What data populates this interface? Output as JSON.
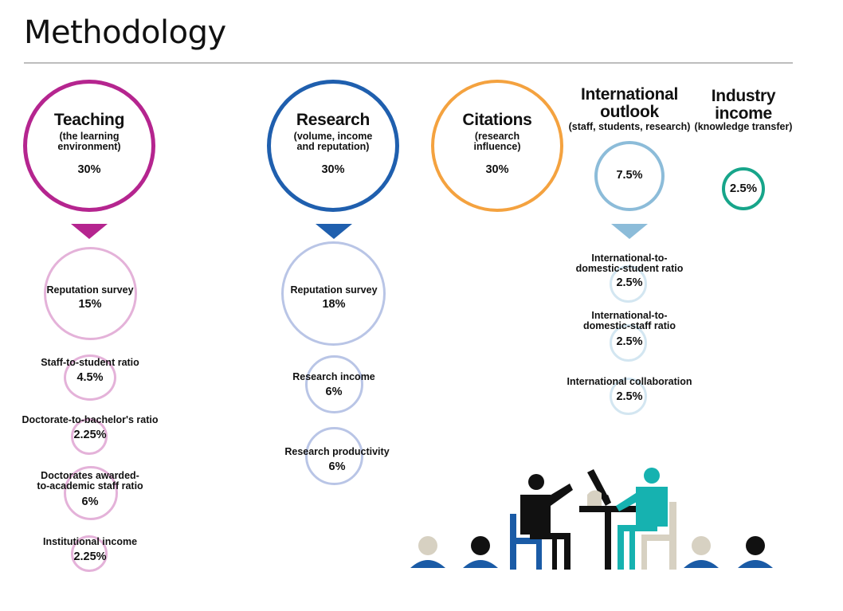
{
  "page": {
    "title": "Methodology"
  },
  "colors": {
    "teaching": "#b5258f",
    "teaching_light": "#e4b2d9",
    "research": "#1f5fae",
    "research_light": "#b9c5e6",
    "citations": "#f4a23f",
    "international": "#8cbcd9",
    "international_light": "#d3e6f1",
    "industry": "#17a58a",
    "figure_dark": "#111111",
    "figure_teal": "#16b2b0",
    "figure_navy": "#1a5ba6",
    "figure_beige": "#d7d1c2"
  },
  "pillars": {
    "teaching": {
      "name": "Teaching",
      "description": "(the learning\nenvironment)",
      "weight": "30%"
    },
    "research": {
      "name": "Research",
      "description": "(volume, income\nand reputation)",
      "weight": "30%"
    },
    "citations": {
      "name": "Citations",
      "description": "(research\ninfluence)",
      "weight": "30%"
    },
    "international": {
      "name": "International\noutlook",
      "description": "(staff, students, research)",
      "weight": "7.5%"
    },
    "industry": {
      "name": "Industry\nincome",
      "description": "(knowledge transfer)",
      "weight": "2.5%"
    }
  },
  "teaching_metrics": [
    {
      "label": "Reputation survey",
      "weight": "15%"
    },
    {
      "label": "Staff-to-student ratio",
      "weight": "4.5%"
    },
    {
      "label": "Doctorate-to-bachelor's ratio",
      "weight": "2.25%"
    },
    {
      "label": "Doctorates awarded-\nto-academic staff ratio",
      "weight": "6%"
    },
    {
      "label": "Institutional income",
      "weight": "2.25%"
    }
  ],
  "research_metrics": [
    {
      "label": "Reputation survey",
      "weight": "18%"
    },
    {
      "label": "Research income",
      "weight": "6%"
    },
    {
      "label": "Research productivity",
      "weight": "6%"
    }
  ],
  "international_metrics": [
    {
      "label": "International-to-\ndomestic-student ratio",
      "weight": "2.5%"
    },
    {
      "label": "International-to-\ndomestic-staff ratio",
      "weight": "2.5%"
    },
    {
      "label": "International collaboration",
      "weight": "2.5%"
    }
  ]
}
